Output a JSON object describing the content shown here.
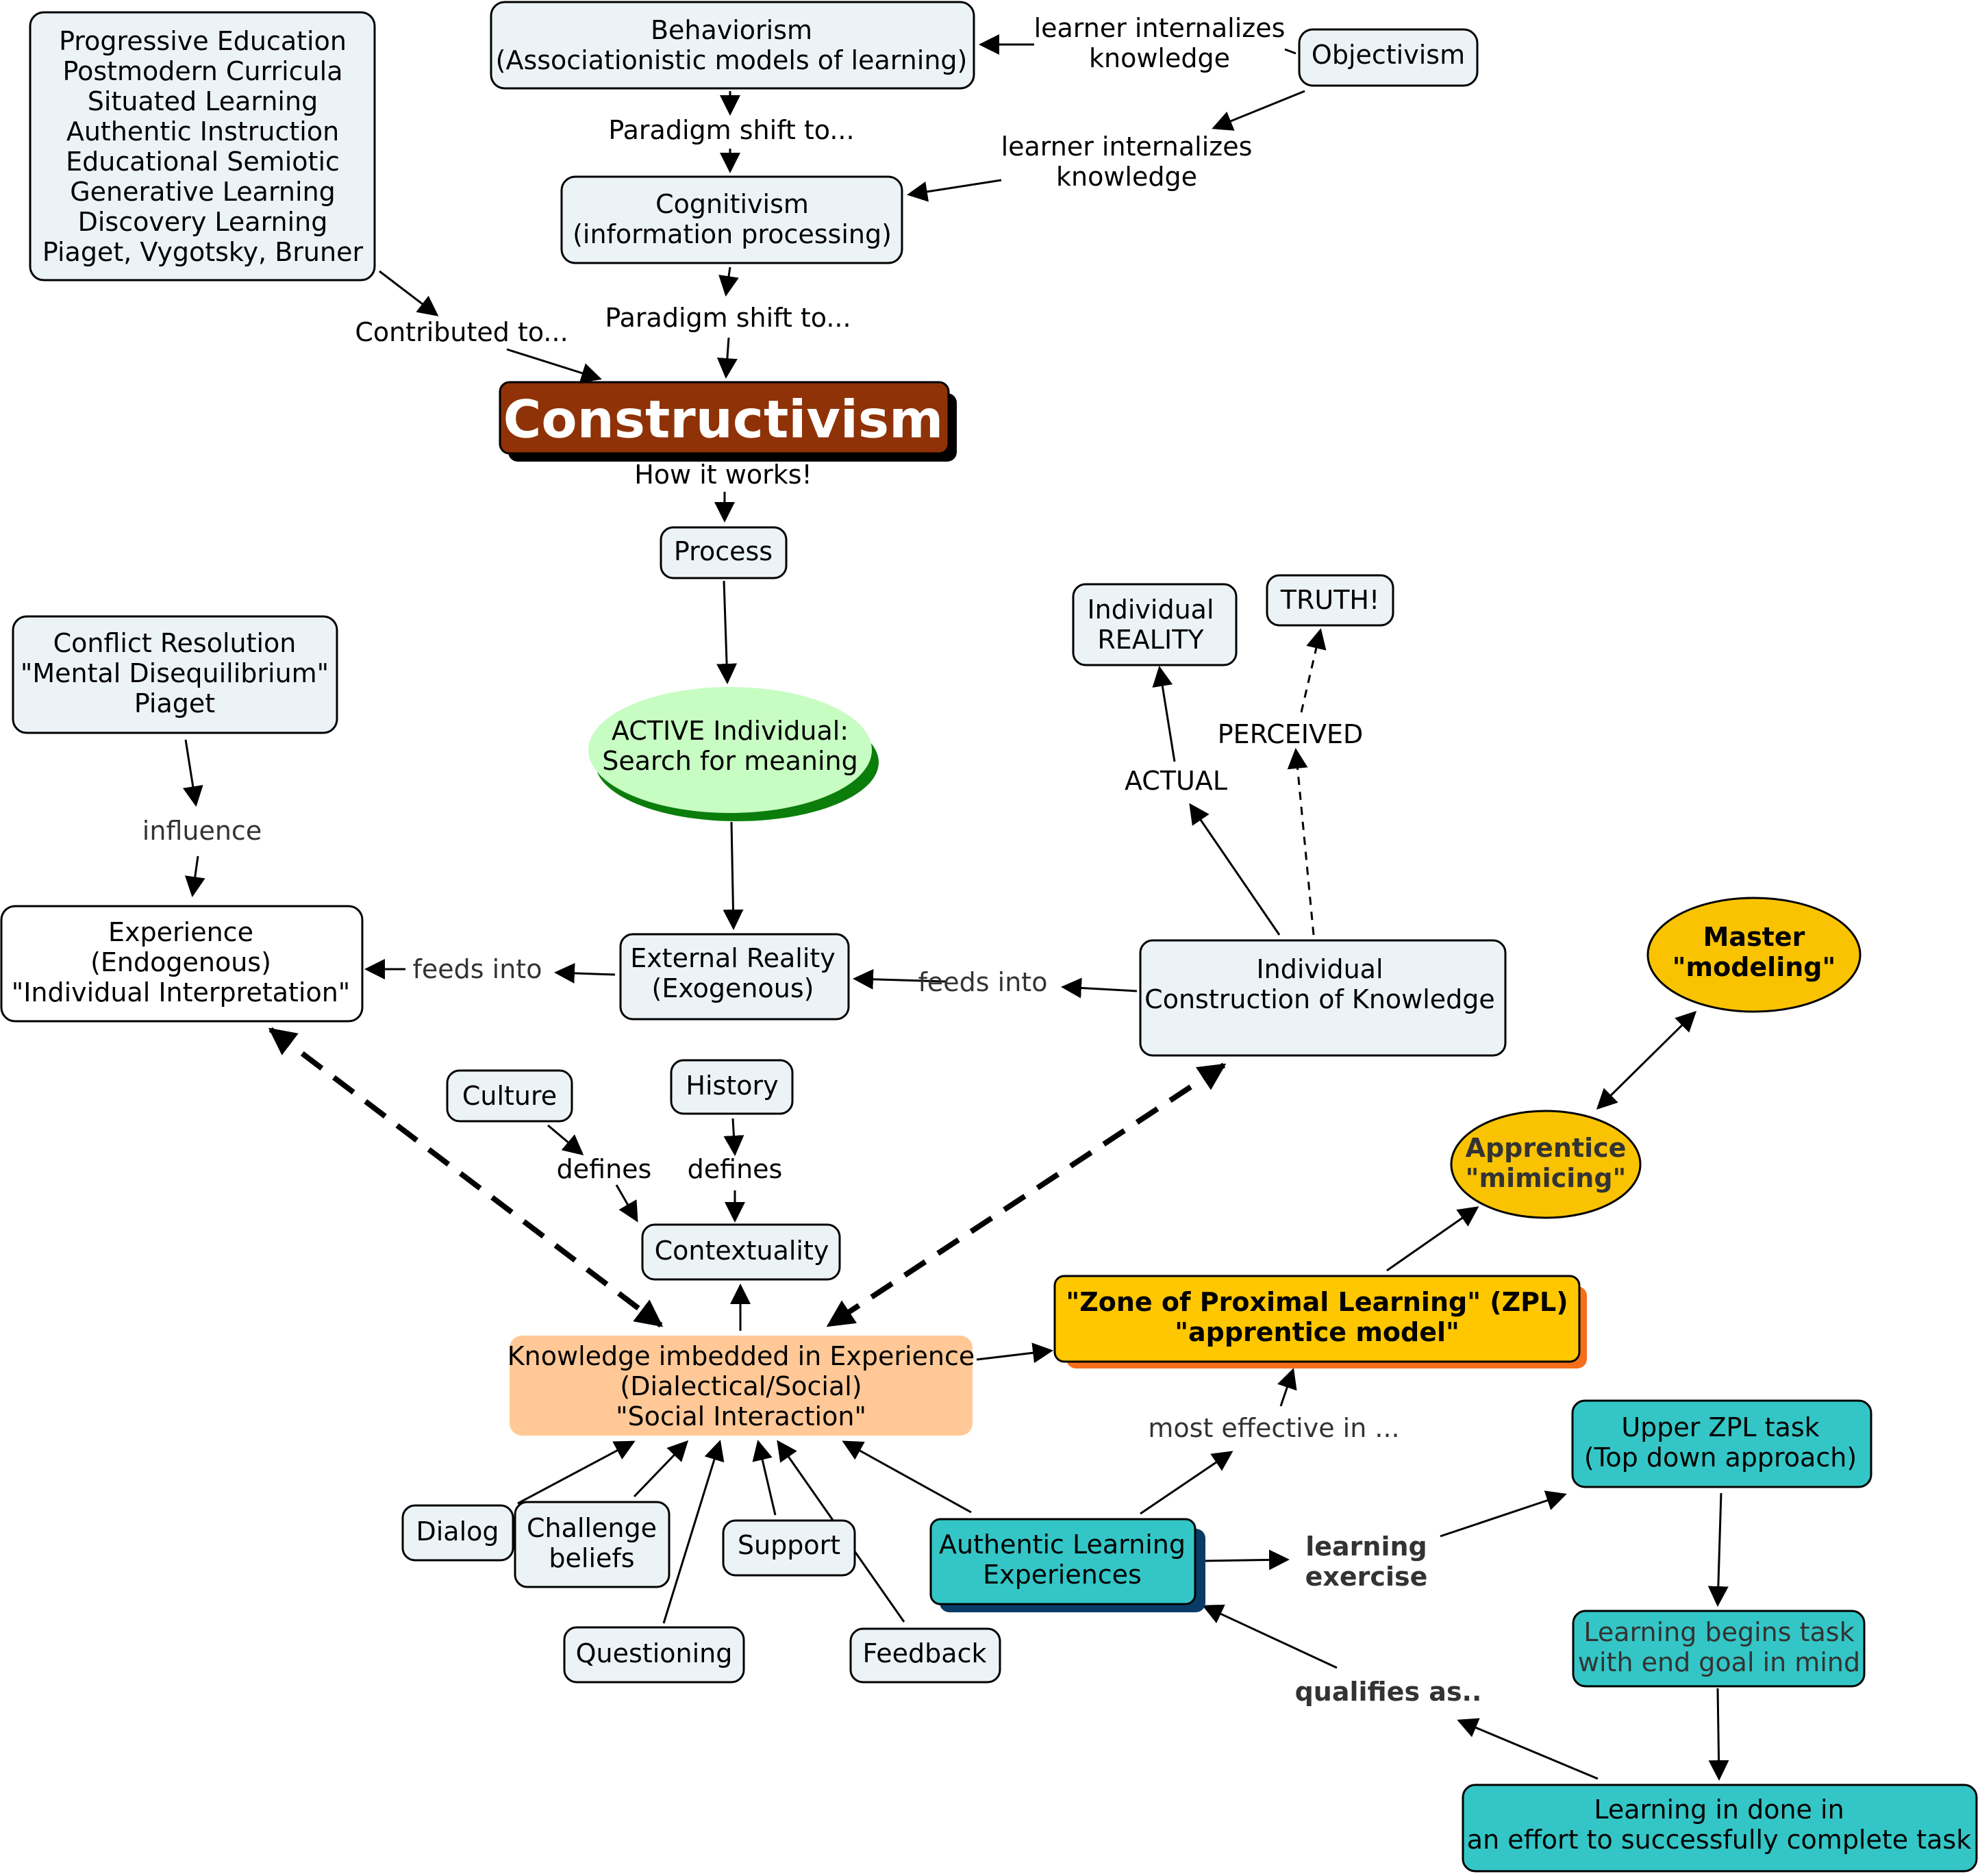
{
  "colors": {
    "box_fill": "#ecf3f6",
    "white_fill": "#ffffff",
    "constructivism_fill": "#8f3207",
    "shadow_black": "#000000",
    "active_fill": "#c7fdc2",
    "active_shadow": "#0b7d0b",
    "knowledge_fill": "#ffc896",
    "zpl_fill": "#ffc700",
    "zpl_shadow": "#f56f1a",
    "teal_fill": "#34c6c6",
    "authentic_shadow": "#0a3b66",
    "gold_fill": "#f9c302"
  },
  "nodes": {
    "progressive": {
      "lines": [
        "Progressive Education",
        "Postmodern Curricula",
        "Situated Learning",
        "Authentic Instruction",
        "Educational Semiotic",
        "Generative Learning",
        "Discovery Learning",
        "Piaget, Vygotsky, Bruner"
      ]
    },
    "behaviorism": {
      "lines": [
        "Behaviorism",
        "(Associationistic models of learning)"
      ]
    },
    "objectivism": {
      "lines": [
        "Objectivism"
      ]
    },
    "cognitivism": {
      "lines": [
        "Cognitivism",
        "(information processing)"
      ]
    },
    "constructivism": {
      "lines": [
        "Constructivism"
      ]
    },
    "process": {
      "lines": [
        "Process"
      ]
    },
    "individual_reality": {
      "lines": [
        "Individual",
        "REALITY"
      ]
    },
    "truth": {
      "lines": [
        "TRUTH!"
      ]
    },
    "conflict": {
      "lines": [
        "Conflict Resolution",
        "\"Mental Disequilibrium\"",
        "Piaget"
      ]
    },
    "active": {
      "lines": [
        "ACTIVE Individual:",
        "Search for meaning"
      ]
    },
    "master": {
      "lines": [
        "Master",
        "\"modeling\""
      ]
    },
    "experience": {
      "lines": [
        "Experience",
        "(Endogenous)",
        "\"Individual Interpretation\""
      ]
    },
    "external": {
      "lines": [
        "External Reality",
        "(Exogenous)"
      ]
    },
    "individual_construction": {
      "lines": [
        "Individual",
        "Construction of Knowledge"
      ]
    },
    "culture": {
      "lines": [
        "Culture"
      ]
    },
    "history": {
      "lines": [
        "History"
      ]
    },
    "apprentice": {
      "lines": [
        "Apprentice",
        "\"mimicing\""
      ]
    },
    "contextuality": {
      "lines": [
        "Contextuality"
      ]
    },
    "zpl": {
      "lines": [
        "\"Zone of  Proximal Learning\" (ZPL)",
        "\"apprentice model\""
      ]
    },
    "knowledge": {
      "lines": [
        "Knowledge imbedded in Experience",
        "(Dialectical/Social)",
        "\"Social Interaction\""
      ]
    },
    "upper_zpl": {
      "lines": [
        "Upper ZPL task",
        "(Top down approach)"
      ]
    },
    "dialog": {
      "lines": [
        "Dialog"
      ]
    },
    "challenge": {
      "lines": [
        "Challenge",
        "beliefs"
      ]
    },
    "support": {
      "lines": [
        "Support"
      ]
    },
    "authentic": {
      "lines": [
        "Authentic Learning",
        "Experiences"
      ]
    },
    "learning_begins": {
      "lines": [
        "Learning begins task",
        "with end goal in mind"
      ]
    },
    "questioning": {
      "lines": [
        "Questioning"
      ]
    },
    "feedback": {
      "lines": [
        "Feedback"
      ]
    },
    "learning_done": {
      "lines": [
        "Learning in done in",
        "an effort to successfully complete task"
      ]
    }
  },
  "labels": {
    "learner_internalizes_1": {
      "lines": [
        "learner internalizes",
        "knowledge"
      ]
    },
    "learner_internalizes_2": {
      "lines": [
        "learner internalizes",
        "knowledge"
      ]
    },
    "paradigm_shift_1": {
      "lines": [
        "Paradigm shift to..."
      ]
    },
    "paradigm_shift_2": {
      "lines": [
        "Paradigm shift to..."
      ]
    },
    "contributed_to": {
      "lines": [
        "Contributed to..."
      ]
    },
    "how_it_works": {
      "lines": [
        "How it works!"
      ]
    },
    "perceived": {
      "lines": [
        "PERCEIVED"
      ]
    },
    "actual": {
      "lines": [
        "ACTUAL"
      ]
    },
    "influence": {
      "lines": [
        "influence"
      ]
    },
    "feeds_into_1": {
      "lines": [
        "feeds into"
      ]
    },
    "feeds_into_2": {
      "lines": [
        "feeds into"
      ]
    },
    "defines_1": {
      "lines": [
        "defines"
      ]
    },
    "defines_2": {
      "lines": [
        "defines"
      ]
    },
    "most_effective": {
      "lines": [
        "most effective in ..."
      ]
    },
    "learning_exercise": {
      "lines": [
        "learning",
        "exercise"
      ]
    },
    "qualifies_as": {
      "lines": [
        "qualifies as.."
      ]
    }
  }
}
